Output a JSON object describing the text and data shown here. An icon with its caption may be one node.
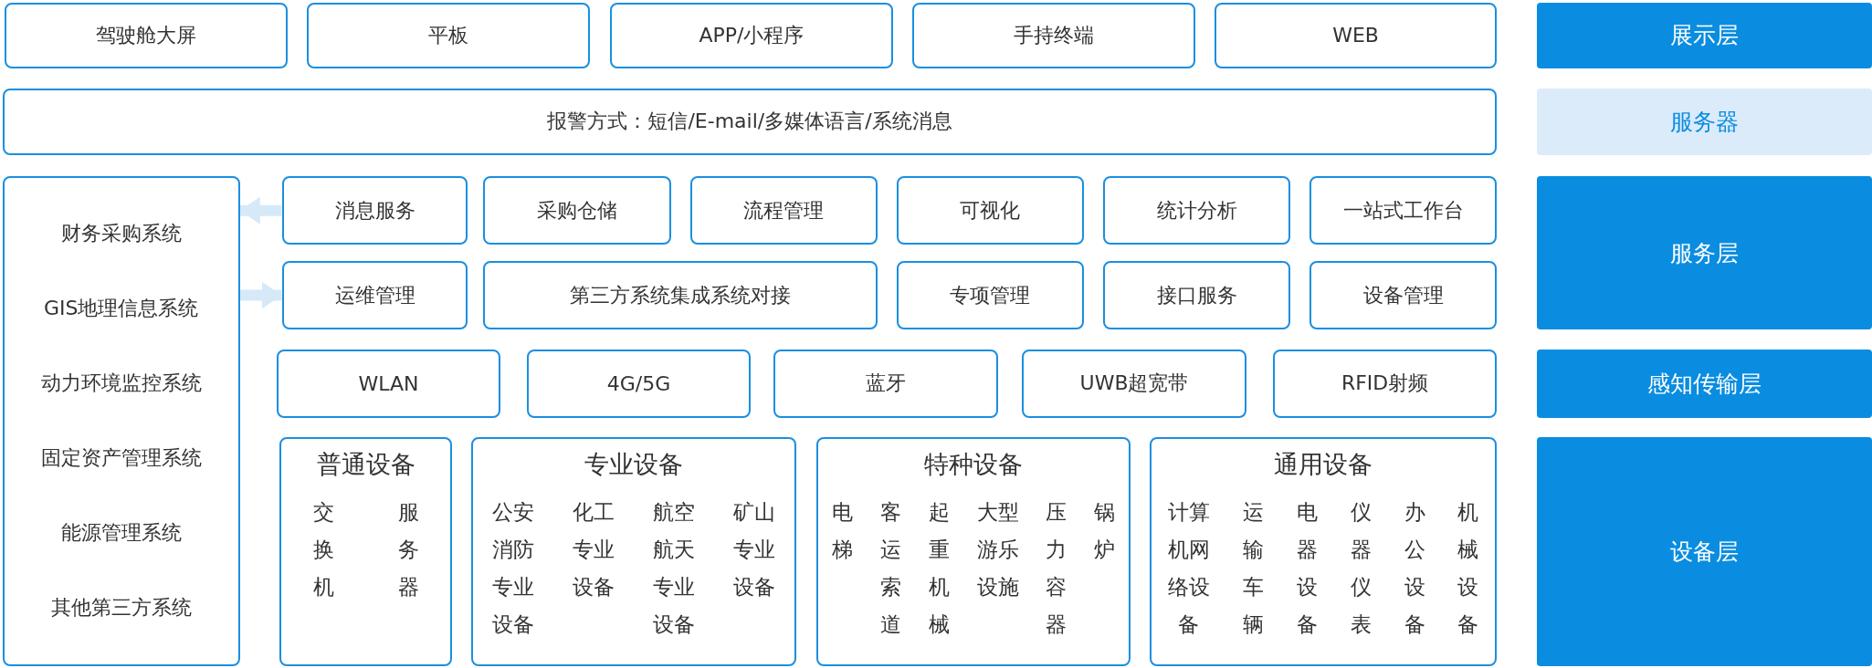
{
  "diagram": {
    "nodes": [
      {
        "text": [
          "驾驶舱大屏"
        ]
      },
      {
        "text": [
          "平板"
        ]
      },
      {
        "text": [
          "APP/小程序"
        ]
      },
      {
        "text": [
          "手持终端"
        ]
      },
      {
        "text": [
          "WEB"
        ]
      },
      {
        "text": [
          "展示层"
        ]
      },
      {
        "text": [
          "报警方式：短信/E-mail/多媒体语言/系统消息"
        ]
      },
      {
        "text": [
          "服务器"
        ]
      },
      {
        "text": [
          "财务采购系统",
          "GIS地理信息系统",
          "动力环境监控系统",
          "固定资产管理系统",
          "能源管理系统",
          "其他第三方系统"
        ]
      },
      {
        "text": [
          "消息服务"
        ]
      },
      {
        "text": [
          "采购仓储"
        ]
      },
      {
        "text": [
          "流程管理"
        ]
      },
      {
        "text": [
          "可视化"
        ]
      },
      {
        "text": [
          "统计分析"
        ]
      },
      {
        "text": [
          "一站式工作台"
        ]
      },
      {
        "text": [
          "运维管理"
        ]
      },
      {
        "text": [
          "第三方系统集成系统对接"
        ]
      },
      {
        "text": [
          "专项管理"
        ]
      },
      {
        "text": [
          "接口服务"
        ]
      },
      {
        "text": [
          "设备管理"
        ]
      },
      {
        "text": [
          "服务层"
        ]
      },
      {
        "text": [
          "WLAN"
        ]
      },
      {
        "text": [
          "4G/5G"
        ]
      },
      {
        "text": [
          "蓝牙"
        ]
      },
      {
        "text": [
          "UWB超宽带"
        ]
      },
      {
        "text": [
          "RFID射频"
        ]
      },
      {
        "text": [
          "感知传输层"
        ]
      },
      {
        "text": [
          "普通设备",
          "交换机",
          "服务器"
        ]
      },
      {
        "text": [
          "专业设备",
          "公安消防专业设备",
          "化工专业设备",
          "航空航天专业设备",
          "矿山专业设备"
        ]
      },
      {
        "text": [
          "特种设备",
          "电梯",
          "客运索道",
          "起重机械",
          "大型游乐设施",
          "压力容器",
          "锅炉"
        ]
      },
      {
        "text": [
          "通用设备",
          "计算机网络设备",
          "运输车辆",
          "电器设备",
          "仪器仪表",
          "办公设备",
          "机械设备"
        ]
      },
      {
        "text": [
          "设备层"
        ]
      }
    ],
    "edges": [
      {
        "from": 9,
        "to": 8,
        "arrow": "to"
      },
      {
        "from": 8,
        "to": 15,
        "arrow": "to"
      }
    ]
  }
}
